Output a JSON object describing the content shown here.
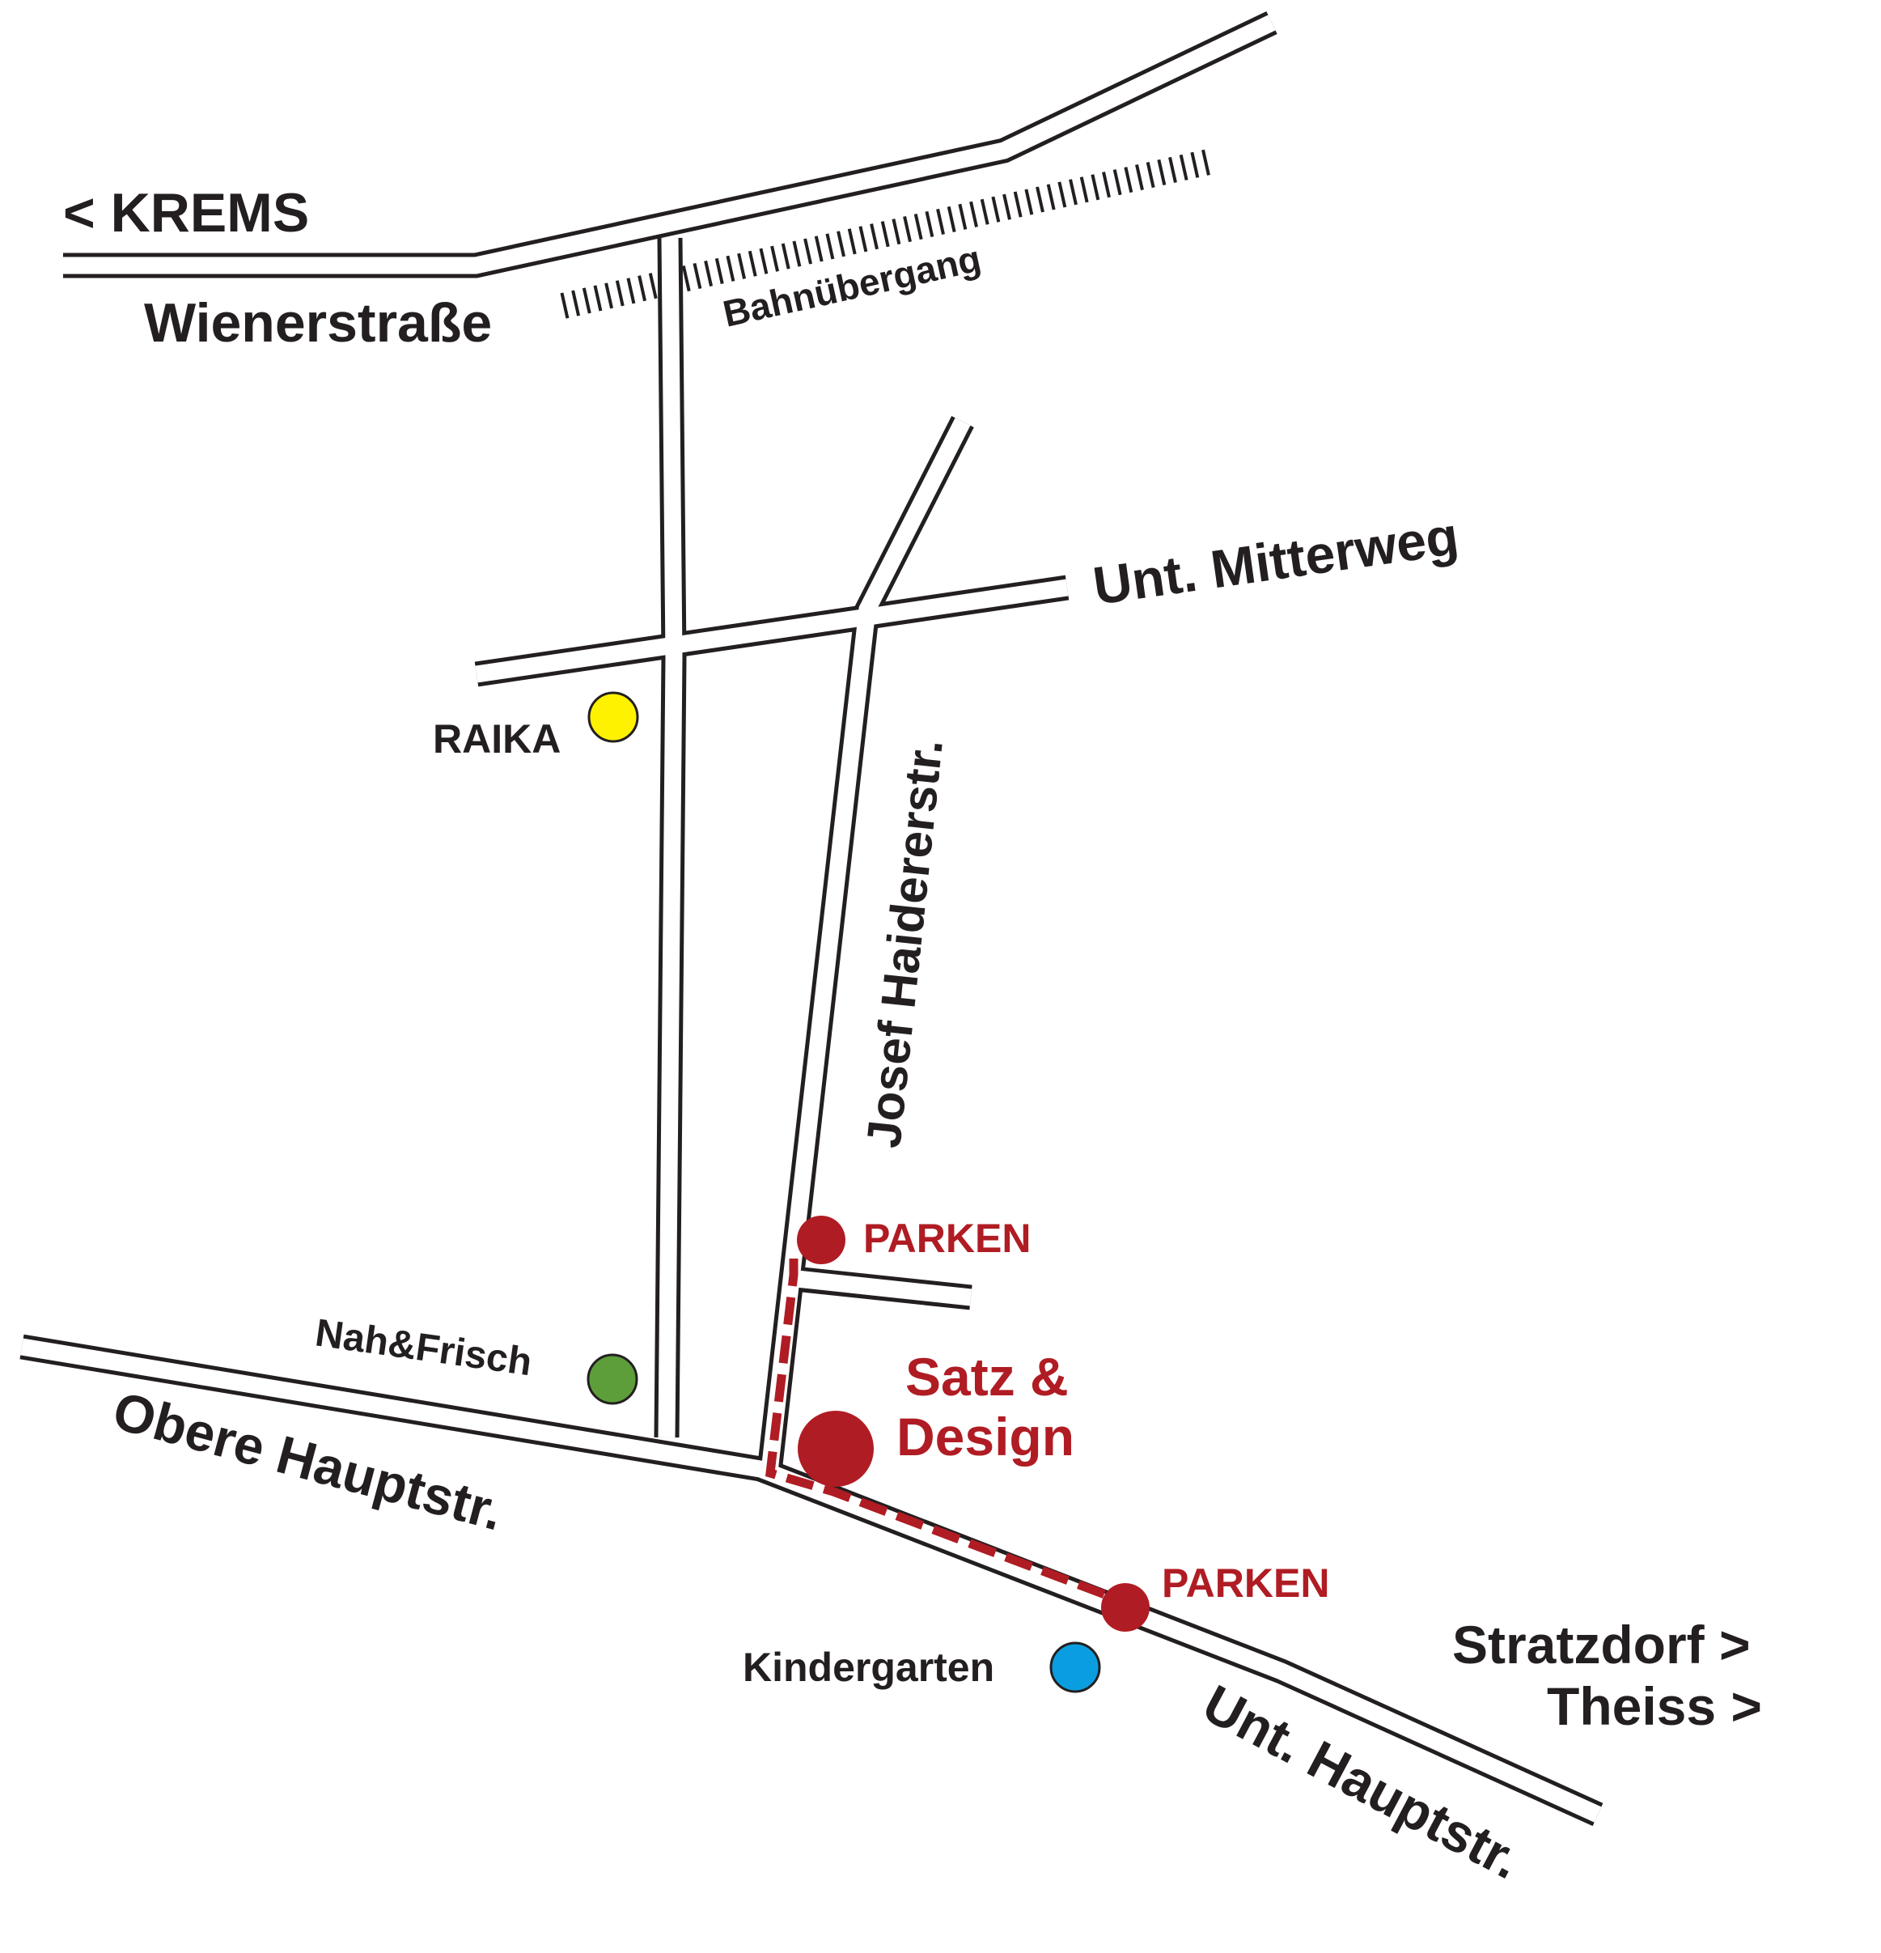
{
  "labels": {
    "krems": "< KREMS",
    "wienerstrasse": "Wienerstraße",
    "bahnuebergang": "Bahnübergang",
    "unt_mitterweg": "Unt. Mitterweg",
    "josef_haidererstr": "Josef Haidererstr.",
    "obere_hauptstr": "Obere Hauptstr.",
    "unt_hauptstr": "Unt. Hauptstr.",
    "stratzdorf": "Stratzdorf >",
    "theiss": "Theiss >"
  },
  "pois": {
    "raika": {
      "label": "RAIKA",
      "color": "#fff200"
    },
    "nah_frisch": {
      "label": "Nah&Frisch",
      "color": "#5e9e3a"
    },
    "kindergarten": {
      "label": "Kindergarten",
      "color": "#0a9ee0"
    },
    "parken_north": {
      "label": "PARKEN",
      "color": "#b01c23"
    },
    "parken_south": {
      "label": "PARKEN",
      "color": "#b01c23"
    }
  },
  "destination": {
    "line1": "Satz &",
    "line2": "Design",
    "color": "#b01c23"
  },
  "colors": {
    "road_outline": "#231f20",
    "route": "#b01c23"
  }
}
